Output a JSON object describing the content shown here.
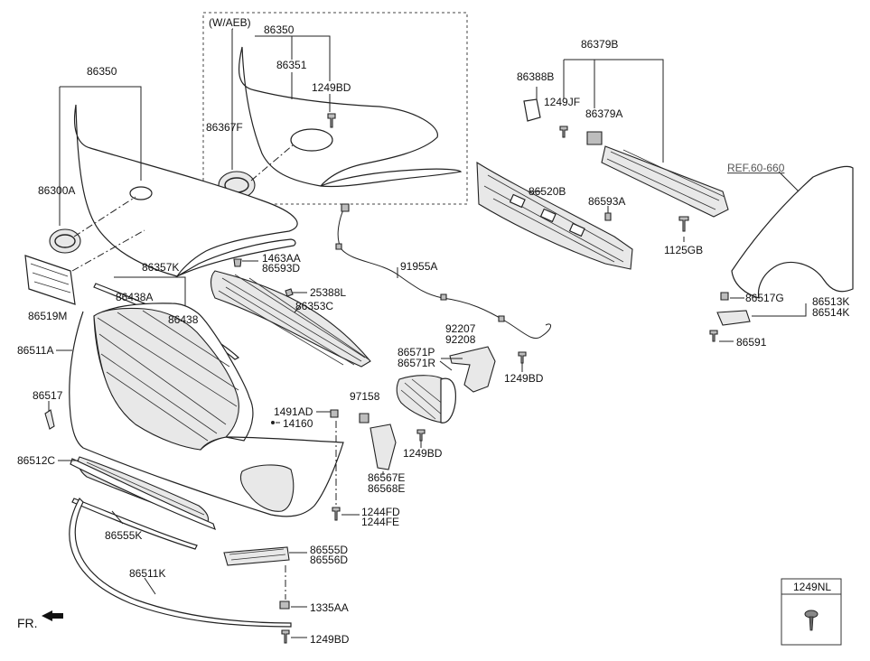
{
  "callouts": {
    "w_aeb": "(W/AEB)",
    "p86350_top": "86350",
    "p86351": "86351",
    "p1249BD_grille": "1249BD",
    "p86367F": "86367F",
    "p86350_left": "86350",
    "p86300A": "86300A",
    "p86519M": "86519M",
    "p86357K": "86357K",
    "p86438A": "86438A",
    "p86438": "86438",
    "p86511A": "86511A",
    "p86517": "86517",
    "p86512C": "86512C",
    "p86555K": "86555K",
    "p86511K": "86511K",
    "p1463AA": "1463AA",
    "p86593D": "86593D",
    "p25388L": "25388L",
    "p86353C": "86353C",
    "p1491AD": "1491AD",
    "p14160": "14160",
    "p97158": "97158",
    "p1249BD_mid": "1249BD",
    "p86567E": "86567E",
    "p86568E": "86568E",
    "p1244FD": "1244FD",
    "p1244FE": "1244FE",
    "p86555D": "86555D",
    "p86556D": "86556D",
    "p1335AA": "1335AA",
    "p1249BD_bottom": "1249BD",
    "p91955A": "91955A",
    "p92207": "92207",
    "p92208": "92208",
    "p86571P": "86571P",
    "p86571R": "86571R",
    "p1249BD_right": "1249BD",
    "p86379B": "86379B",
    "p86388B": "86388B",
    "p1249JF": "1249JF",
    "p86379A": "86379A",
    "p86520B": "86520B",
    "p86593A": "86593A",
    "p1125GB": "1125GB",
    "ref_fender": "REF.60-660",
    "p86517G": "86517G",
    "p86513K": "86513K",
    "p86514K": "86514K",
    "p86591": "86591",
    "fr": "FR."
  },
  "legend_box": {
    "part": "1249NL"
  },
  "icons": {
    "front_arrow": "front-direction-arrow-icon",
    "screw": "screw-icon"
  }
}
